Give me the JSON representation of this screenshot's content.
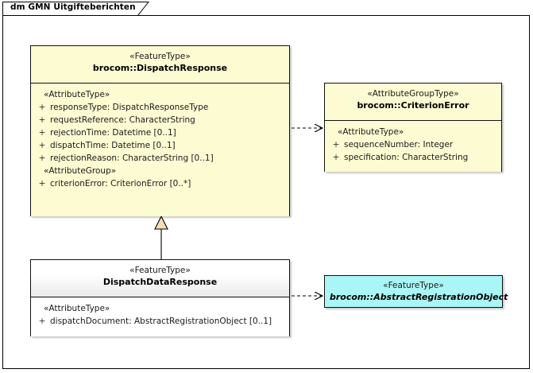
{
  "diagram": {
    "title": "dm GMN Uitgifteberichten",
    "frame_border_color": "#000000",
    "background": "#ffffff"
  },
  "colors": {
    "feature_type_fill": "#fdfbd2",
    "abstract_type_fill": "#aaf6f6",
    "plain_fill": "#ffffff",
    "generalization_fill": "#f5deb3",
    "line": "#000000"
  },
  "classes": [
    {
      "id": "dispatch-response",
      "stereotype": "«FeatureType»",
      "name": "brocom::DispatchResponse",
      "abstract": false,
      "groups": [
        {
          "label": "«AttributeType»",
          "attributes": [
            {
              "visibility": "+",
              "text": "responseType: DispatchResponseType"
            },
            {
              "visibility": "+",
              "text": "requestReference: CharacterString"
            },
            {
              "visibility": "+",
              "text": "rejectionTime: Datetime [0..1]"
            },
            {
              "visibility": "+",
              "text": "dispatchTime: Datetime [0..1]"
            },
            {
              "visibility": "+",
              "text": "rejectionReason: CharacterString [0..1]"
            }
          ]
        },
        {
          "label": "«AttributeGroup»",
          "attributes": [
            {
              "visibility": "+",
              "text": "criterionError: CriterionError [0..*]"
            }
          ]
        }
      ]
    },
    {
      "id": "criterion-error",
      "stereotype": "«AttributeGroupType»",
      "name": "brocom::CriterionError",
      "abstract": false,
      "groups": [
        {
          "label": "«AttributeType»",
          "attributes": [
            {
              "visibility": "+",
              "text": "sequenceNumber: Integer"
            },
            {
              "visibility": "+",
              "text": "specification: CharacterString"
            }
          ]
        }
      ]
    },
    {
      "id": "dispatch-data-response",
      "stereotype": "«FeatureType»",
      "name": "DispatchDataResponse",
      "abstract": false,
      "groups": [
        {
          "label": "«AttributeType»",
          "attributes": [
            {
              "visibility": "+",
              "text": "dispatchDocument: AbstractRegistrationObject [0..1]"
            }
          ]
        }
      ]
    },
    {
      "id": "abstract-registration-object",
      "stereotype": "«FeatureType»",
      "name": "brocom::AbstractRegistrationObject",
      "abstract": true,
      "groups": []
    }
  ],
  "connectors": [
    {
      "id": "dep-dispatchresponse-criterionerror",
      "type": "dependency",
      "from": "dispatch-response",
      "to": "criterion-error",
      "style": "dashed-open-arrow"
    },
    {
      "id": "gen-dispatchdataresponse-dispatchresponse",
      "type": "generalization",
      "from": "dispatch-data-response",
      "to": "dispatch-response",
      "style": "solid-closed-triangle"
    },
    {
      "id": "dep-dispatchdataresponse-abstractregistrationobject",
      "type": "dependency",
      "from": "dispatch-data-response",
      "to": "abstract-registration-object",
      "style": "dashed-open-arrow"
    }
  ]
}
